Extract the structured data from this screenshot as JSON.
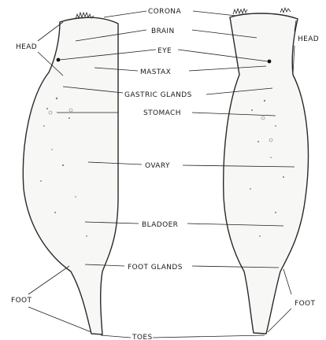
{
  "labels": {
    "corona": "CORONA",
    "brain": "BRAIN",
    "eye": "EYE",
    "mastax": "MASTAX",
    "gastric_glands": "GASTRIC GLANDS",
    "stomach": "STOMACH",
    "ovary": "OVARY",
    "bladder": "BLADOER",
    "foot_glands": "FOOT GLANDS",
    "toes": "TOES",
    "head_left": "HEAD",
    "head_right": "HEAD",
    "foot_left": "FOOT",
    "foot_right": "FOOT"
  }
}
